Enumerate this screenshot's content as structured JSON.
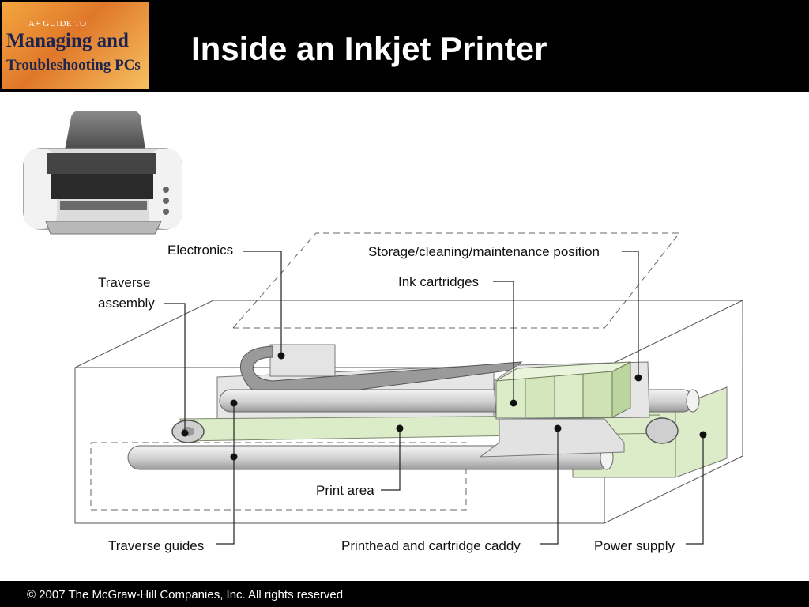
{
  "header": {
    "logo": {
      "line1": "A+ GUIDE TO",
      "line2": "Managing and",
      "line3": "Troubleshooting PCs"
    },
    "title": "Inside an Inkjet Printer"
  },
  "diagram": {
    "labels": {
      "electronics": "Electronics",
      "storage": "Storage/cleaning/maintenance position",
      "traverse_assembly_1": "Traverse",
      "traverse_assembly_2": "assembly",
      "ink_cartridges": "Ink cartridges",
      "print_area": "Print area",
      "traverse_guides": "Traverse guides",
      "printhead_caddy": "Printhead and cartridge caddy",
      "power_supply": "Power supply"
    }
  },
  "footer": {
    "copyright": "© 2007 The McGraw-Hill Companies, Inc. All rights reserved"
  },
  "colors": {
    "header_bg": "#000000",
    "component_green": "#dcebc8",
    "component_gray": "#e2e2e2",
    "outline": "#666666"
  }
}
